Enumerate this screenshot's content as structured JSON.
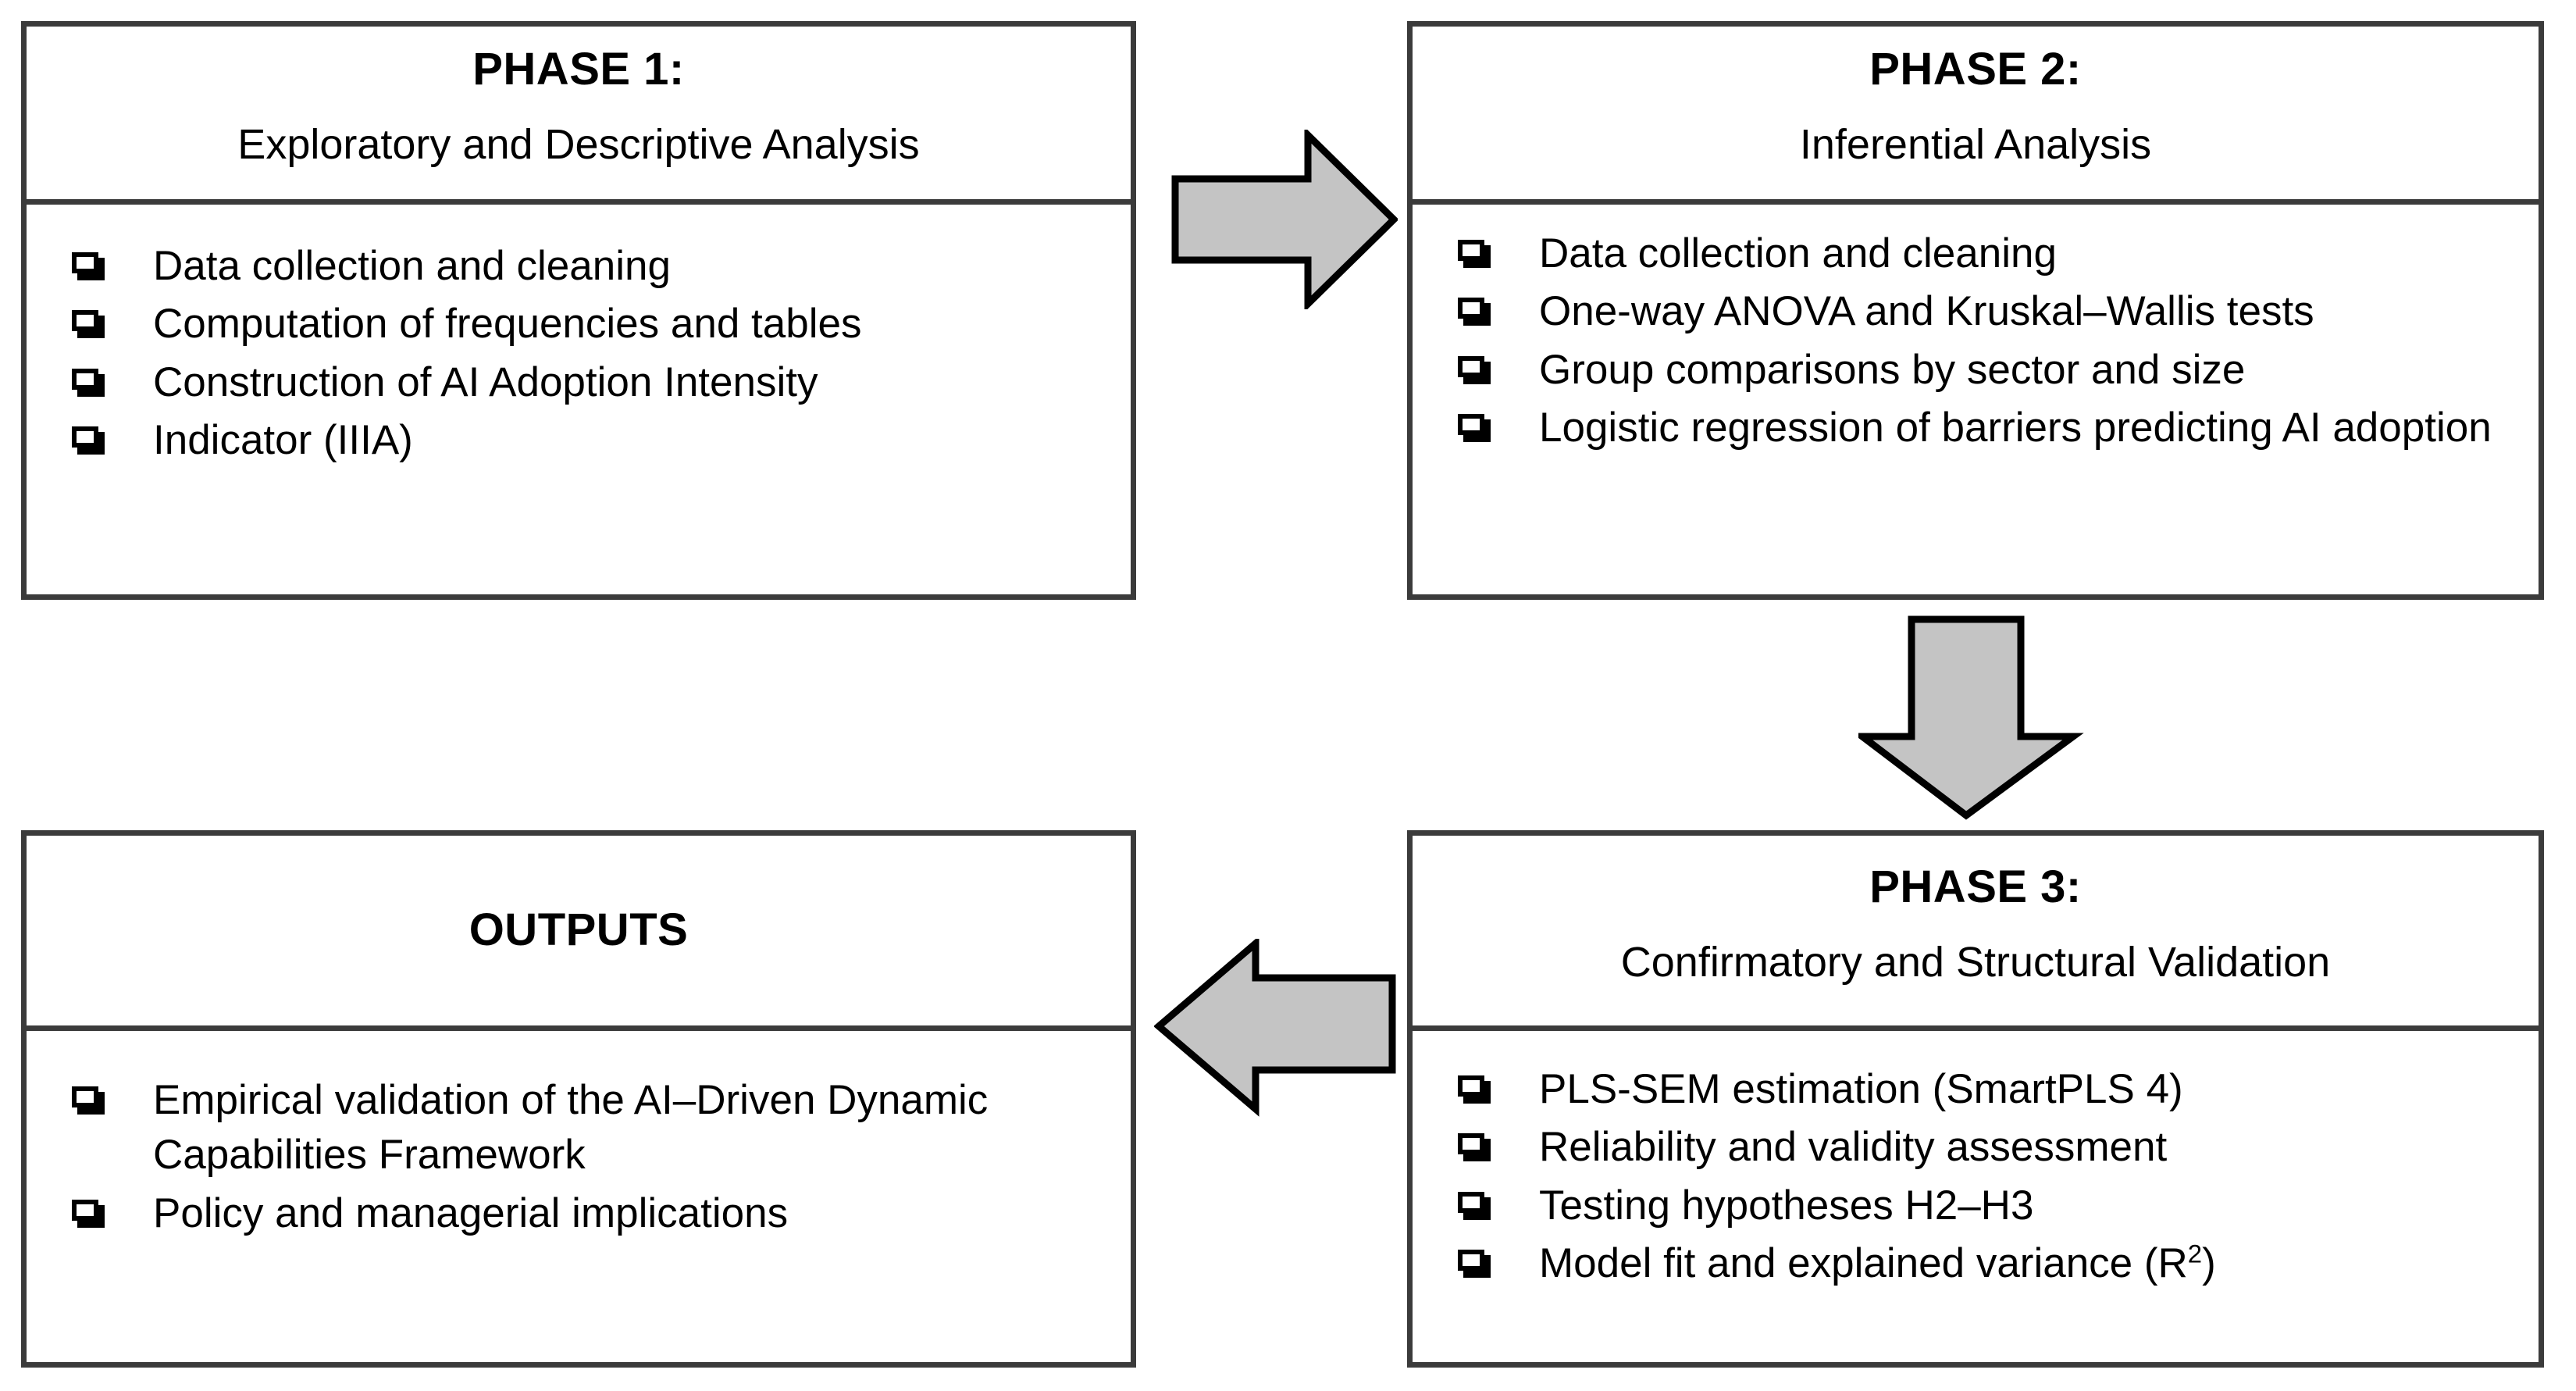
{
  "diagram": {
    "title": "Three-phase analytical research design flowchart",
    "colors": {
      "box_border": "#3b3b3b",
      "box_fill": "#ffffff",
      "arrow_fill": "#c4c4c4",
      "arrow_stroke": "#000000",
      "text": "#000000"
    },
    "boxes": [
      {
        "id": "phase-1",
        "title": "PHASE 1:",
        "subtitle": "Exploratory and Descriptive Analysis",
        "bullet_icon": "checkbox-square-icon",
        "items": [
          "Data collection and cleaning",
          "Computation of frequencies and tables",
          "Construction of AI Adoption Intensity",
          "Indicator (IIIA)"
        ]
      },
      {
        "id": "phase-2",
        "title": "PHASE 2:",
        "subtitle": "Inferential Analysis",
        "bullet_icon": "checkbox-square-icon",
        "items": [
          "Data collection and cleaning",
          "One-way ANOVA and Kruskal–Wallis tests",
          "Group comparisons by sector and size",
          "Logistic regression of barriers predicting AI adoption"
        ]
      },
      {
        "id": "phase-3",
        "title": "PHASE 3:",
        "subtitle": "Confirmatory and Structural Validation",
        "bullet_icon": "checkbox-square-icon",
        "items": [
          "PLS-SEM estimation (SmartPLS 4)",
          "Reliability and validity assessment",
          "Testing hypotheses H2–H3",
          "Model fit and explained variance (R²)"
        ]
      },
      {
        "id": "outputs",
        "title": "OUTPUTS",
        "subtitle": "",
        "bullet_icon": "checkbox-square-icon",
        "items": [
          "Empirical validation of the  AI–Driven Dynamic Capabilities Framework",
          "Policy and managerial implications"
        ]
      }
    ],
    "arrows": [
      {
        "id": "arrow-phase1-to-phase2",
        "direction": "right",
        "label": ""
      },
      {
        "id": "arrow-phase2-to-phase3",
        "direction": "down",
        "label": ""
      },
      {
        "id": "arrow-phase3-to-outputs",
        "direction": "left",
        "label": ""
      }
    ]
  }
}
